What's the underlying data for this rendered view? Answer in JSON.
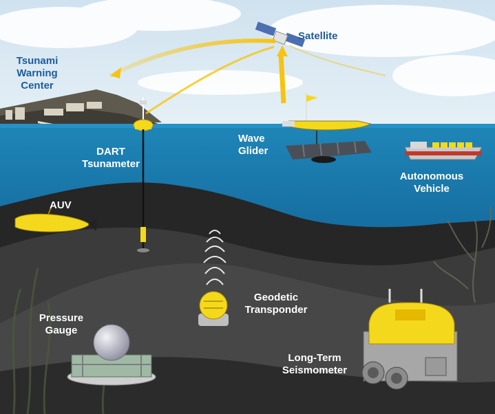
{
  "labels": {
    "satellite": "Satellite",
    "tsunami_warning_center": [
      "Tsunami",
      "Warning",
      "Center"
    ],
    "dart_tsunameter": [
      "DART",
      "Tsunameter"
    ],
    "wave_glider": [
      "Wave",
      "Glider"
    ],
    "autonomous_vehicle": [
      "Autonomous",
      "Vehicle"
    ],
    "auv": "AUV",
    "geodetic_transponder": [
      "Geodetic",
      "Transponder"
    ],
    "pressure_gauge": [
      "Pressure",
      "Gauge"
    ],
    "long_term_seismometer": [
      "Long-Term",
      "Seismometer"
    ]
  },
  "colors": {
    "sky": "#dbe9f3",
    "ocean_surface": "#1b7fb2",
    "ocean_deep": "#0d4a77",
    "seafloor": "#1e1e1e",
    "instrument_yellow": "#f4d81c",
    "signal_yellow": "#f6c40f",
    "label_dark": "#1e5b9a",
    "label_light": "#ffffff"
  }
}
